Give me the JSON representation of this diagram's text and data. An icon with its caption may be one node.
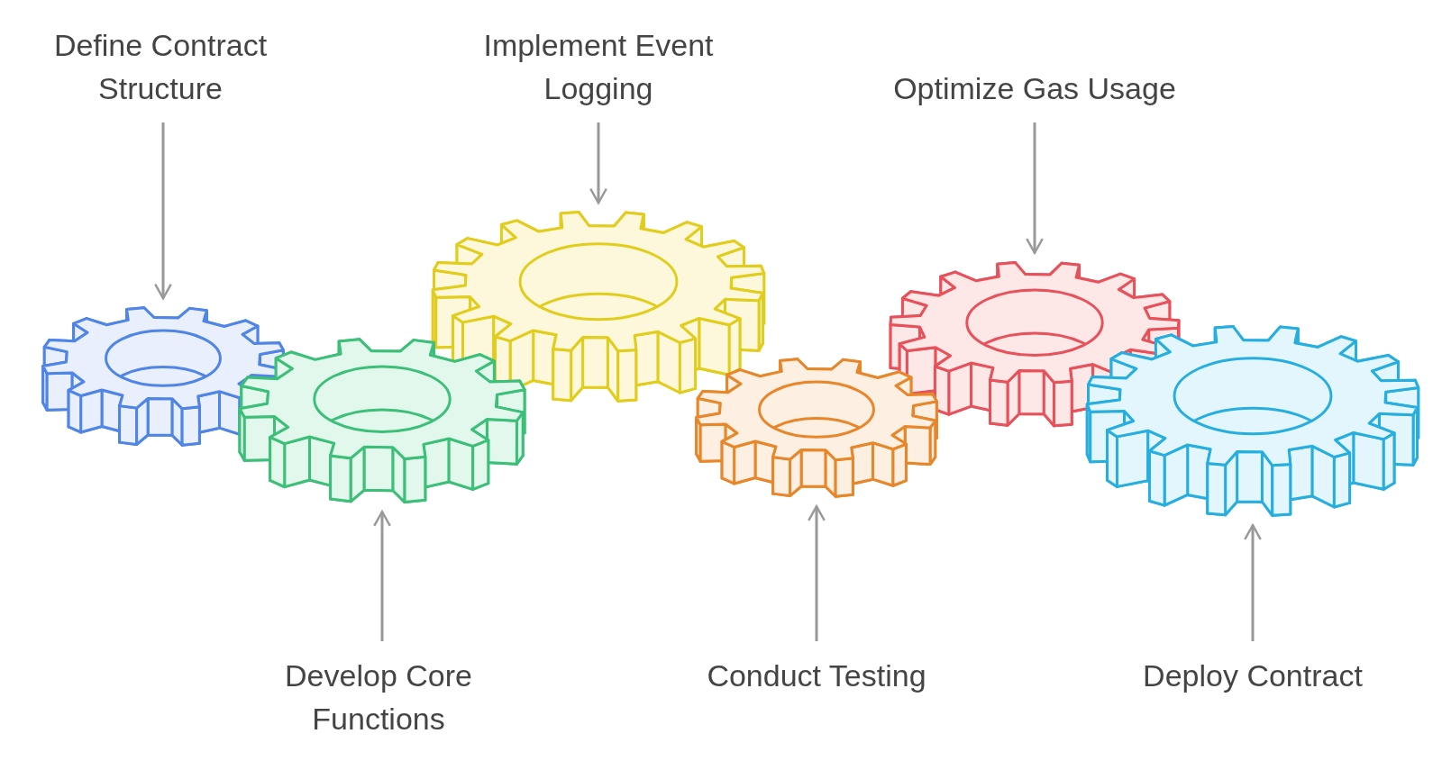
{
  "diagram": {
    "nodes": [
      {
        "text": [
          "Define Contract Structure"
        ]
      },
      {
        "text": [
          "Implement Event Logging"
        ]
      },
      {
        "text": [
          "Optimize Gas Usage"
        ]
      },
      {
        "text": [
          "Develop Core Functions"
        ]
      },
      {
        "text": [
          "Conduct Testing"
        ]
      },
      {
        "text": [
          "Deploy Contract"
        ]
      },
      {
        "text": [],
        "shape": "gear"
      },
      {
        "text": [],
        "shape": "gear"
      },
      {
        "text": [],
        "shape": "gear"
      },
      {
        "text": [],
        "shape": "gear"
      },
      {
        "text": [],
        "shape": "gear"
      },
      {
        "text": [],
        "shape": "gear"
      }
    ],
    "edges": [
      {
        "from": 0,
        "to": 6,
        "arrow": "to"
      },
      {
        "from": 1,
        "to": 8,
        "arrow": "to"
      },
      {
        "from": 2,
        "to": 10,
        "arrow": "to"
      },
      {
        "from": 3,
        "to": 7,
        "arrow": "to"
      },
      {
        "from": 4,
        "to": 9,
        "arrow": "to"
      },
      {
        "from": 5,
        "to": 11,
        "arrow": "to"
      }
    ]
  }
}
